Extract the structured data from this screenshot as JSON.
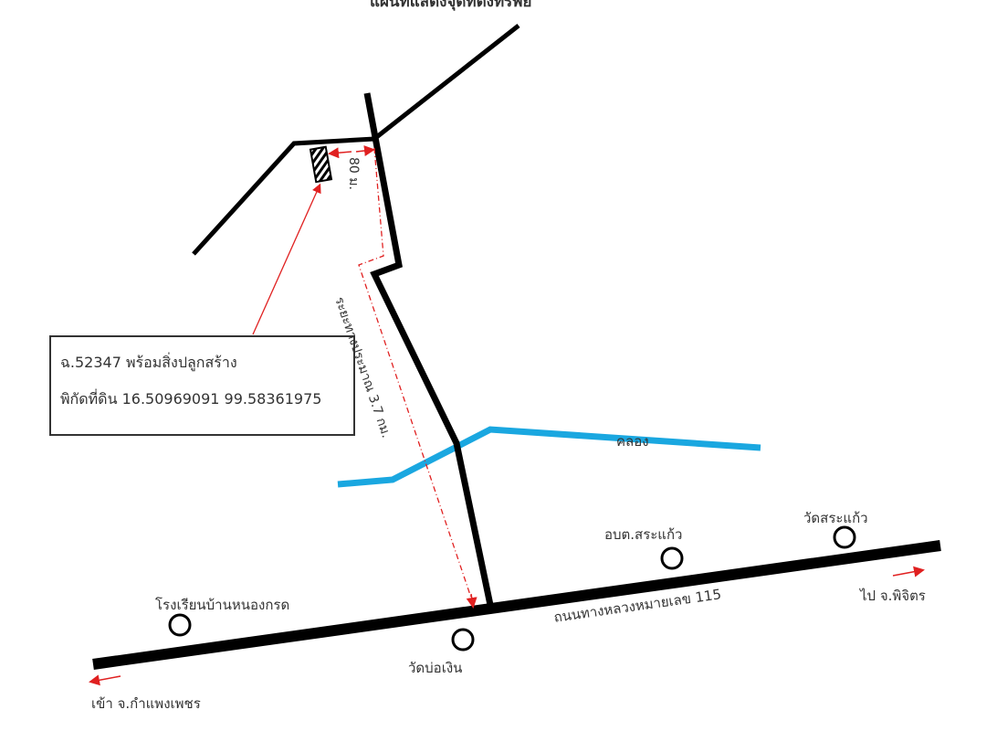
{
  "title": "แผนที่แสดงจุดที่ตั้งทรัพย์",
  "info_box": {
    "line1": "ฉ.52347 พร้อมสิ่งปลูกสร้าง",
    "line2": "พิกัดที่ดิน 16.50969091 99.58361975"
  },
  "labels": {
    "distance_80": "80 ม.",
    "distance_route": "ระยะทางประมาณ 3.7 กม.",
    "canal": "คลอง",
    "highway": "ถนนทางหลวงหมายเลข 115",
    "to_phichit": "ไป จ.พิจิตร",
    "to_kamphaeng": "เข้า จ.กำแพงเพชร"
  },
  "landmarks": [
    {
      "name": "โรงเรียนบ้านหนองกรด"
    },
    {
      "name": "วัดบ่อเงิน"
    },
    {
      "name": "อบต.สระแก้ว"
    },
    {
      "name": "วัดสระแก้ว"
    }
  ],
  "colors": {
    "road": "#000000",
    "canal": "#1aa7e0",
    "marker": "#e02020"
  }
}
